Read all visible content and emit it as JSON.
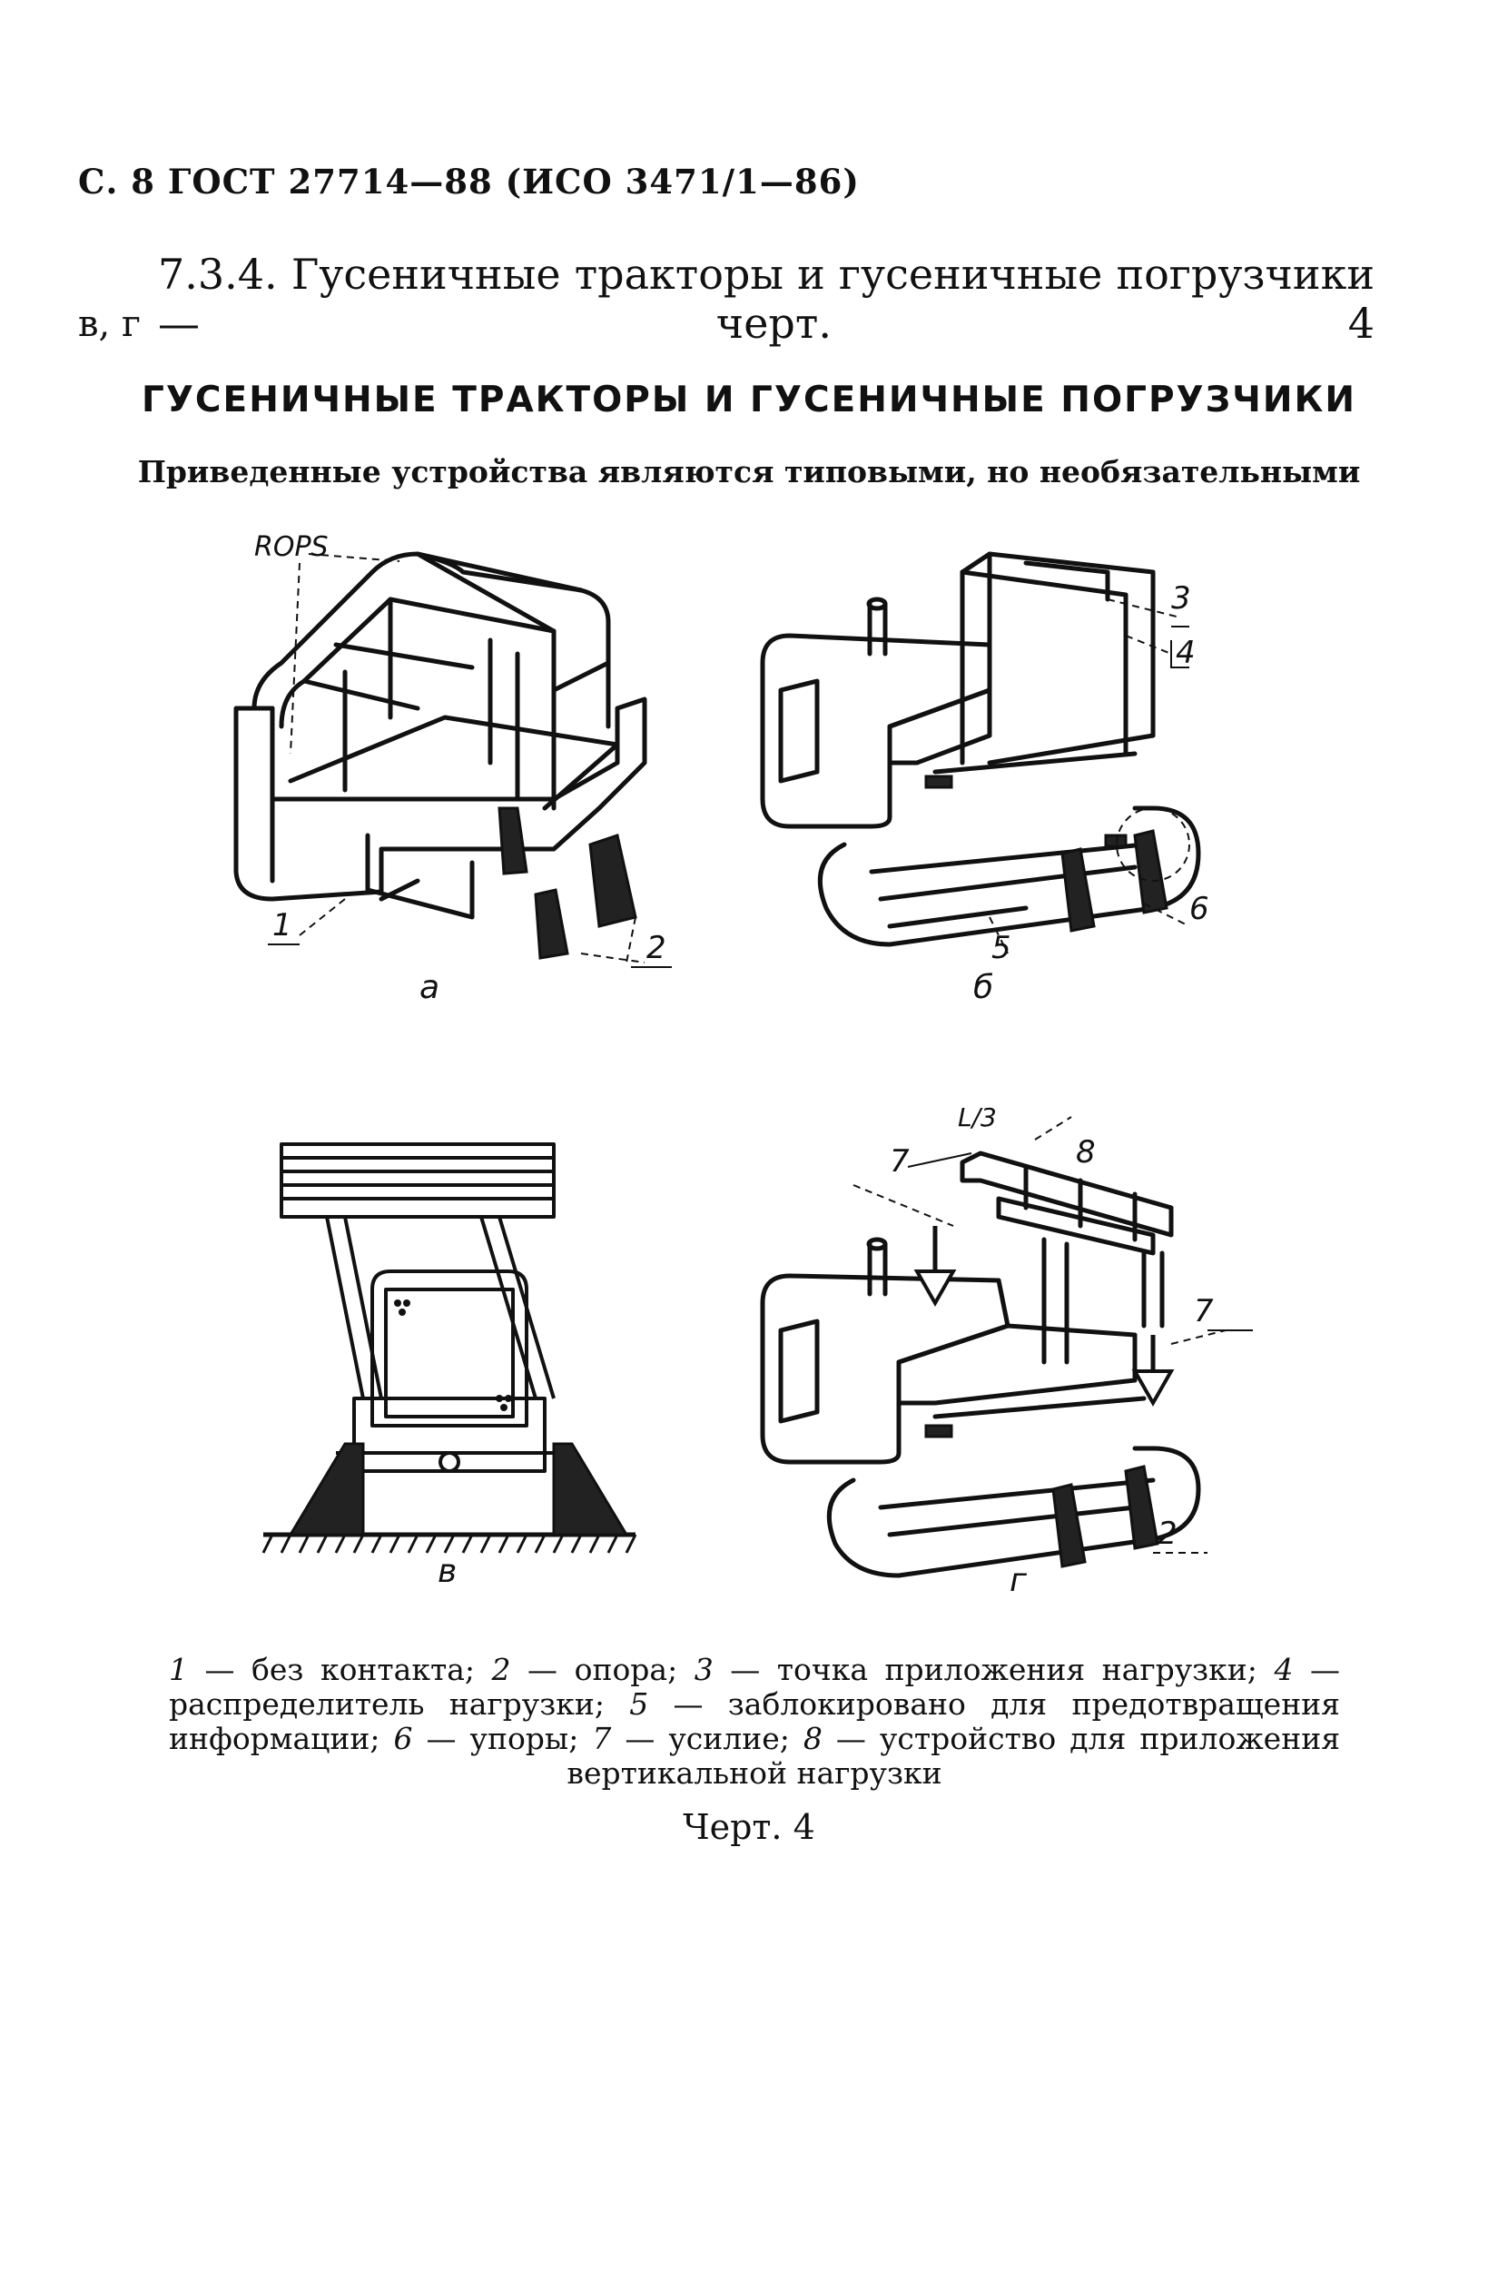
{
  "header": {
    "running_head": "С. 8 ГОСТ 27714—88 (ИСО 3471/1—86)"
  },
  "paragraph": {
    "line1": "7.3.4. Гусеничные тракторы и гусеничные погрузчики — черт. 4",
    "line2": "в, г"
  },
  "section": {
    "title": "ГУСЕНИЧНЫЕ ТРАКТОРЫ И ГУСЕНИЧНЫЕ ПОГРУЗЧИКИ",
    "subtitle": "Приведенные устройства являются типовыми, но необязательными"
  },
  "figures": {
    "a": {
      "label": "а",
      "rops_label": "ROPS",
      "callouts": [
        "1",
        "2"
      ]
    },
    "b": {
      "label": "б",
      "callouts": [
        "3",
        "4",
        "5",
        "6"
      ]
    },
    "c": {
      "label": "в"
    },
    "d": {
      "label": "г",
      "callouts": [
        "7",
        "8",
        "7",
        "2",
        "L/3"
      ]
    }
  },
  "legend": [
    {
      "num": "1",
      "text": "без контакта;"
    },
    {
      "num": "2",
      "text": "опора;"
    },
    {
      "num": "3",
      "text": "точка приложения нагрузки;"
    },
    {
      "num": "4",
      "text": "распределитель нагрузки;"
    },
    {
      "num": "5",
      "text": "заблокировано для предотвращения информации;"
    },
    {
      "num": "6",
      "text": "упоры;"
    },
    {
      "num": "7",
      "text": "усилие;"
    },
    {
      "num": "8",
      "text": "устройство для приложения вертикальной нагрузки"
    }
  ],
  "figure_number": "Черт. 4",
  "colors": {
    "ink": "#111111",
    "paper": "#ffffff"
  }
}
